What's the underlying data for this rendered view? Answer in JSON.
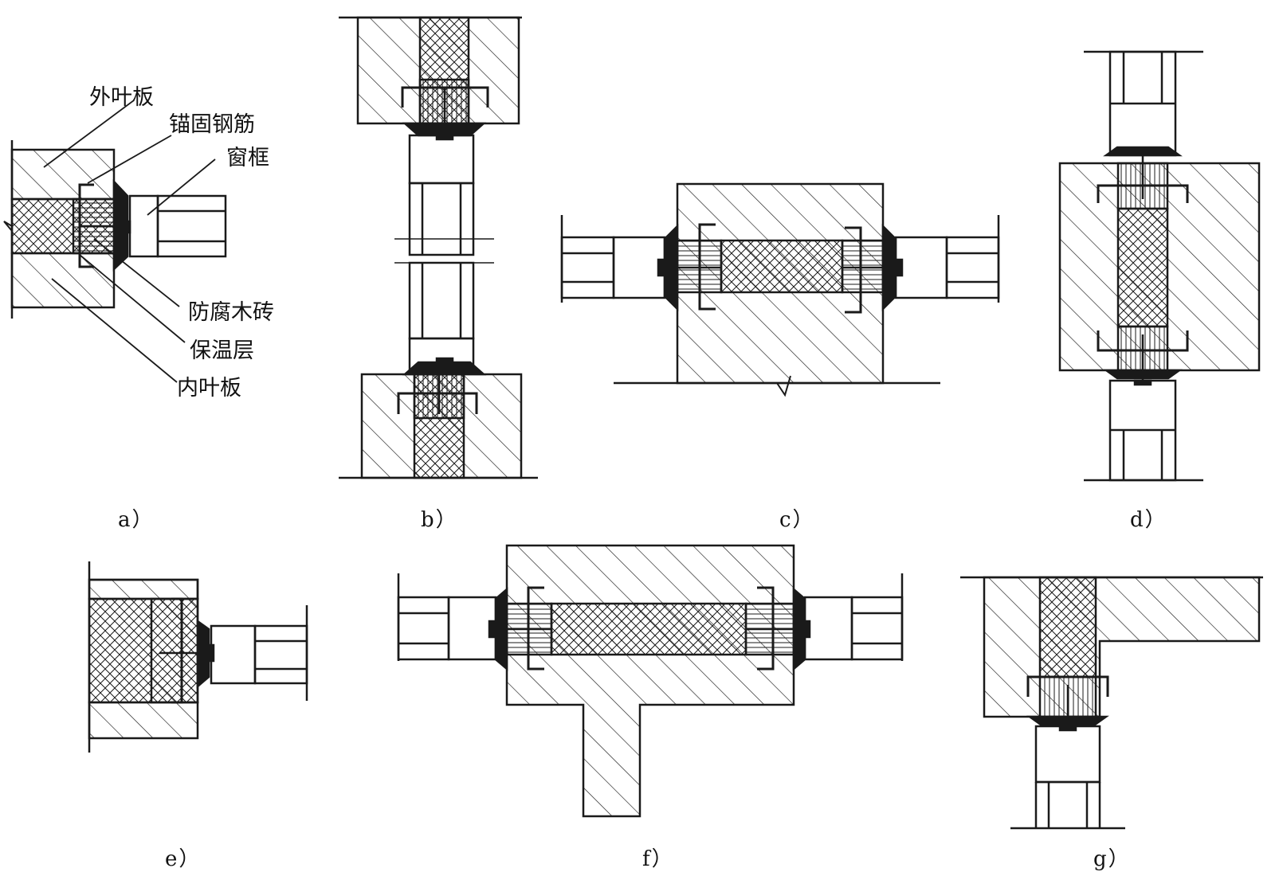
{
  "labels": {
    "outer_leaf": "外叶板",
    "anchor_rebar": "锚固钢筋",
    "window_frame": "窗框",
    "wood_brick": "防腐木砖",
    "insulation": "保温层",
    "inner_leaf": "内叶板"
  },
  "captions": {
    "a": "a）",
    "b": "b）",
    "c": "c）",
    "d": "d）",
    "e": "e）",
    "f": "f）",
    "g": "g）"
  },
  "colors": {
    "line": "#1a1a1a",
    "sealant": "#1a1a1a",
    "background": "#ffffff"
  }
}
